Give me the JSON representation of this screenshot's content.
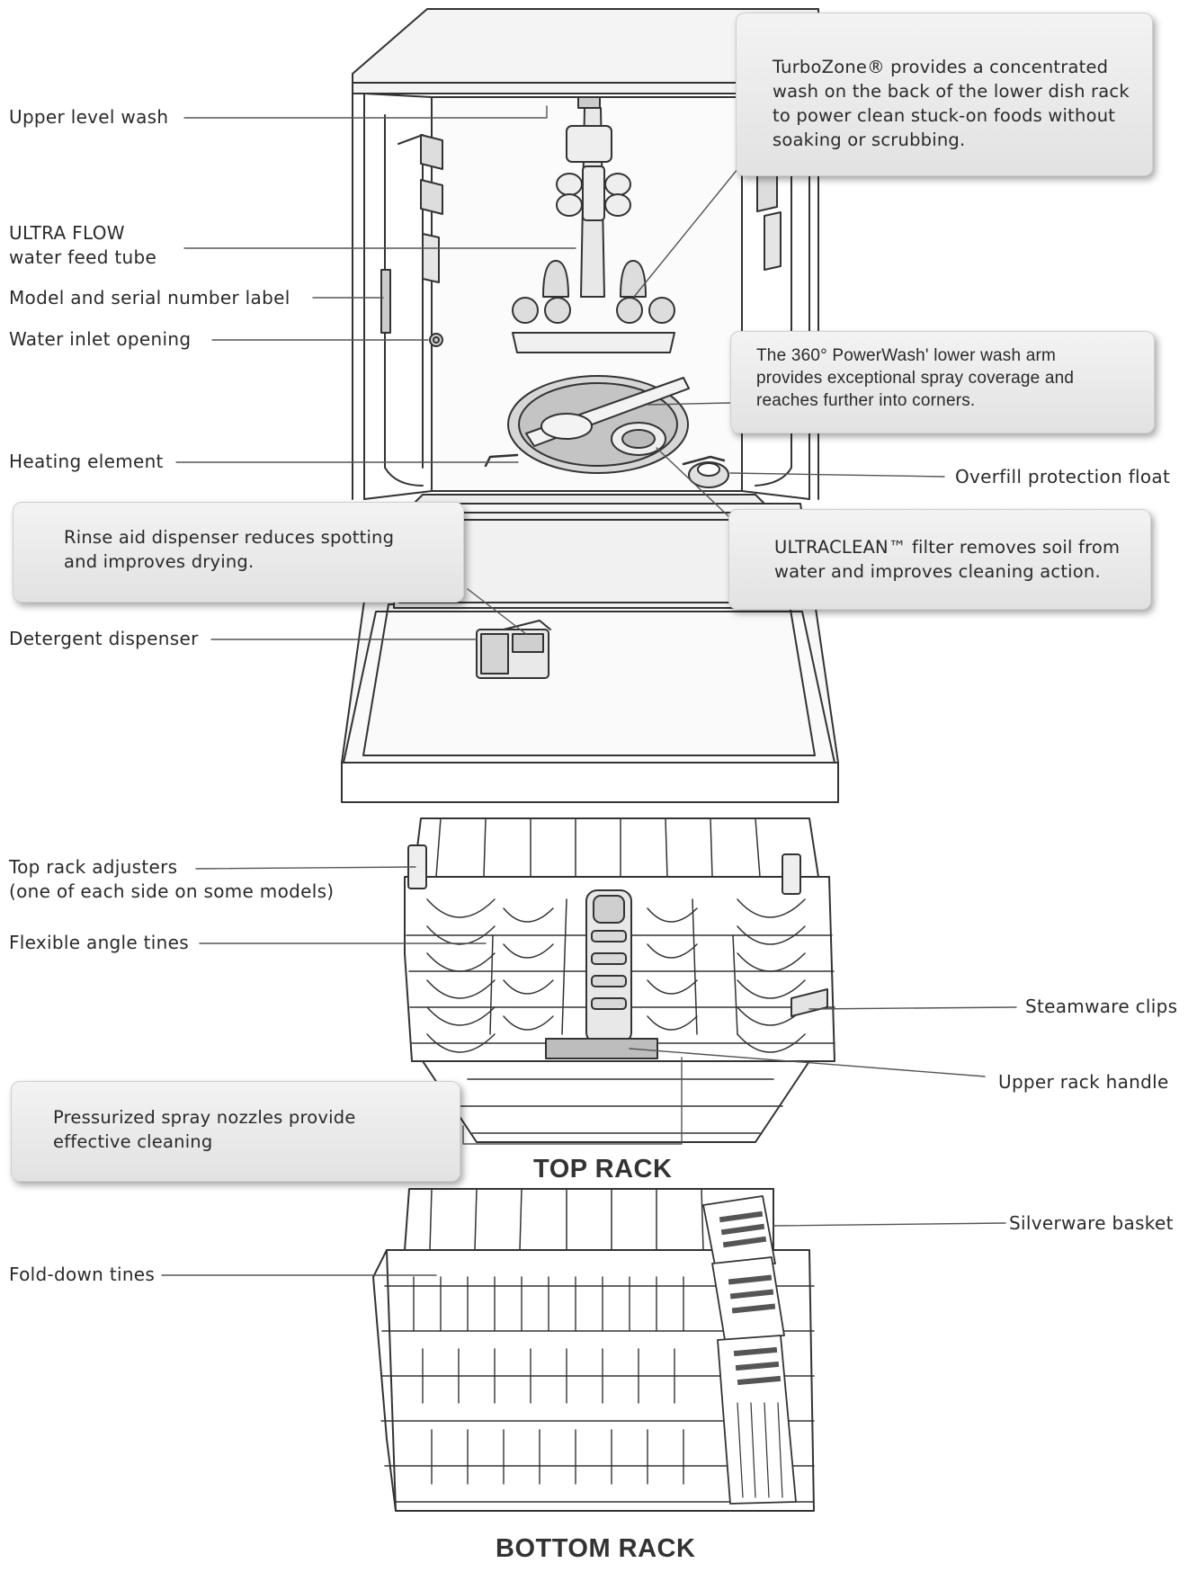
{
  "labels": {
    "upper_level_wash": "Upper level wash",
    "ultra_flow": "ULTRA FLOW\nwater feed tube",
    "model_label": "Model and serial number label",
    "water_inlet": "Water inlet opening",
    "heating_element": "Heating element",
    "overfill_float": "Overfill protection float",
    "detergent_dispenser": "Detergent dispenser",
    "top_rack_adjusters": "Top rack adjusters\n(one of each side on some models)",
    "flexible_tines": "Flexible angle tines",
    "steamware_clips": "Steamware clips",
    "upper_rack_handle": "Upper rack handle",
    "silverware_basket": "Silverware basket",
    "fold_down_tines": "Fold-down tines"
  },
  "callouts": {
    "turbozone": "TurboZone® provides a concentrated\nwash on the back of the lower dish rack\nto power clean stuck-on foods without\nsoaking or scrubbing.",
    "powerwash": "The 360° PowerWash' lower wash arm\nprovides exceptional spray coverage and\nreaches further into corners.",
    "rinse_aid": "Rinse aid dispenser reduces spotting\nand improves drying.",
    "ultraclean": "ULTRACLEAN™ filter removes soil from\nwater and improves cleaning action.",
    "spray_nozzles": "Pressurized spray nozzles provide\neffective cleaning"
  },
  "rack_titles": {
    "top": "TOP RACK",
    "bottom": "BOTTOM RACK"
  },
  "colors": {
    "line": "#555555",
    "callout_fill": "#e8e8e8"
  }
}
